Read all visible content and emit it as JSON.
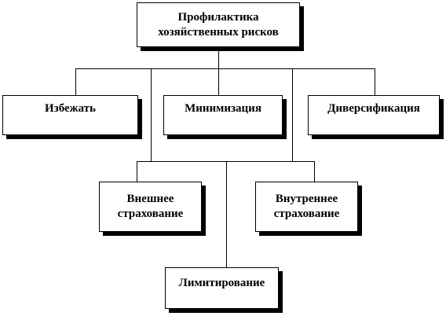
{
  "diagram": {
    "nodes": [
      {
        "id": "root",
        "label": "Профилактика\nхозяйственных рисков"
      },
      {
        "id": "avoid",
        "label": "Избежать"
      },
      {
        "id": "minimize",
        "label": "Минимизация"
      },
      {
        "id": "diversify",
        "label": "Диверсификация"
      },
      {
        "id": "external",
        "label": "Внешнее\nстрахование"
      },
      {
        "id": "internal",
        "label": "Внутреннее\nстрахование"
      },
      {
        "id": "limit",
        "label": "Лимитирование"
      }
    ],
    "edges": [
      {
        "from": "root",
        "to": "avoid"
      },
      {
        "from": "root",
        "to": "minimize"
      },
      {
        "from": "root",
        "to": "diversify"
      },
      {
        "from": "root",
        "to": "external"
      },
      {
        "from": "root",
        "to": "internal"
      },
      {
        "from": "root",
        "to": "limit"
      }
    ],
    "colors": {
      "line": "#000000",
      "box": "#ffffff",
      "shadow": "#000000"
    }
  }
}
